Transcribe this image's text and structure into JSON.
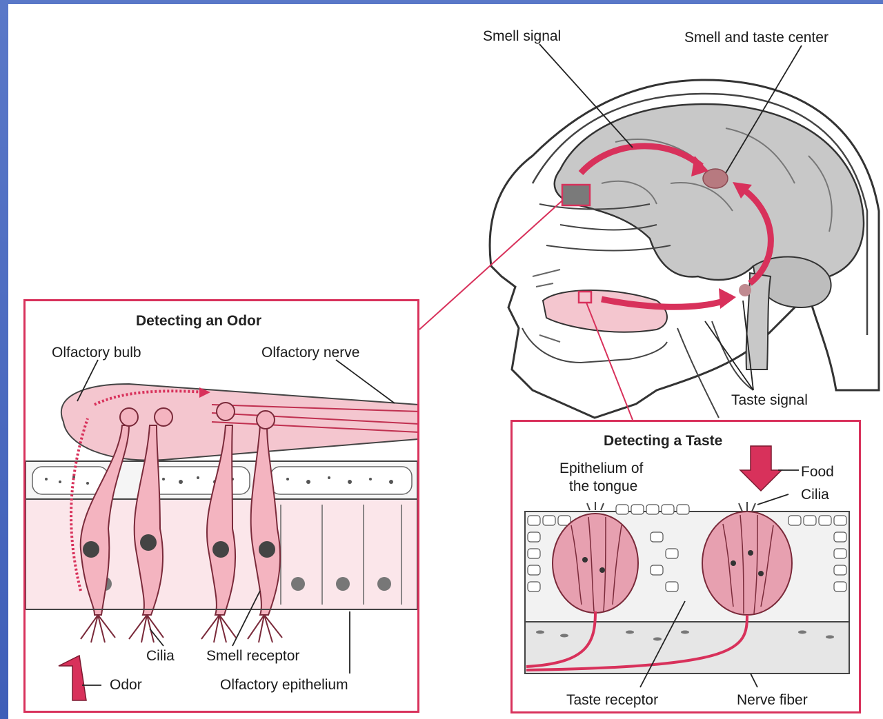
{
  "head_labels": {
    "smell_signal": "Smell signal",
    "smell_taste_center": "Smell and taste center",
    "taste_signal": "Taste signal"
  },
  "odor_panel": {
    "title": "Detecting an Odor",
    "olfactory_bulb": "Olfactory bulb",
    "olfactory_nerve": "Olfactory nerve",
    "cilia": "Cilia",
    "smell_receptor": "Smell receptor",
    "odor": "Odor",
    "olfactory_epithelium": "Olfactory epithelium"
  },
  "taste_panel": {
    "title": "Detecting a Taste",
    "epithelium_line1": "Epithelium of",
    "epithelium_line2": "the tongue",
    "food": "Food",
    "cilia": "Cilia",
    "taste_receptor": "Taste receptor",
    "nerve_fiber": "Nerve fiber"
  },
  "colors": {
    "accent": "#d8315b",
    "pink_fill": "#f4c6cf",
    "brain_gray": "#c8c8c8",
    "frame_blue": "#4566bf"
  }
}
